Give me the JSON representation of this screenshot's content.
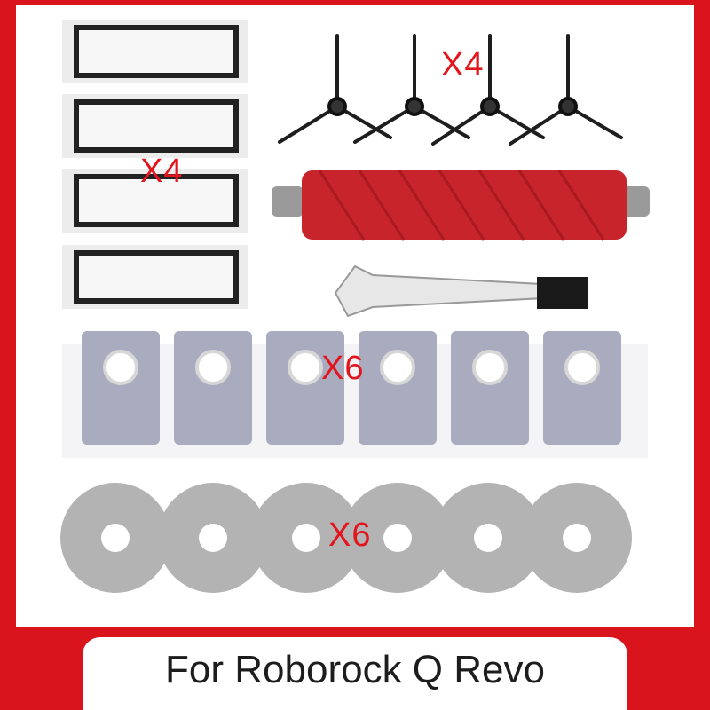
{
  "product_title": "For Roborock Q Revo",
  "quantities": {
    "hepa_filters": "X4",
    "side_brushes": "X4",
    "dust_bags": "X6",
    "mop_pads": "X6"
  },
  "colors": {
    "brand_red": "#d9141c",
    "label_red": "#e3141c",
    "roller_red": "#c8242b",
    "bag_gray": "#a9acbf",
    "mop_gray": "#b3b3b3"
  },
  "items": [
    "hepa-filter",
    "side-brush",
    "main-roller-brush",
    "cleaning-tool",
    "dust-bag",
    "mop-pad"
  ]
}
